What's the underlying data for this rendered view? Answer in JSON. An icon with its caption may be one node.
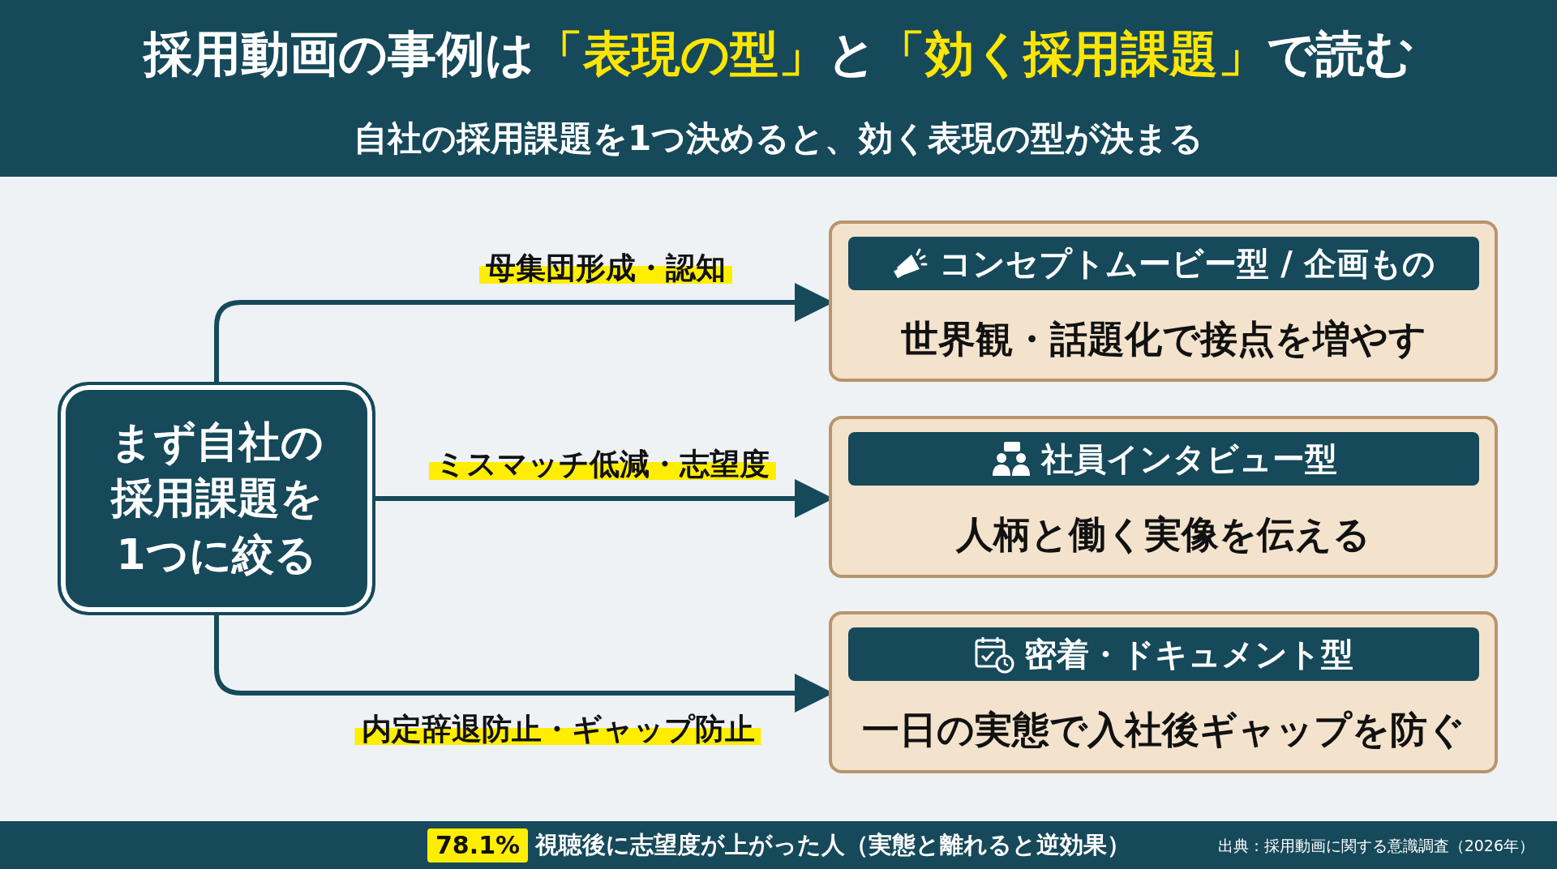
{
  "diagram": {
    "title": "採用動画の事例は**「表現の型」**と**「効く採用課題」**で読む",
    "nodes": [
      {
        "text": [
          "まず自社の採用課題を1つに絞る"
        ]
      },
      {
        "text": [
          "コンセプトムービー型 / 企画もの",
          "世界観・話題化で接点を増やす"
        ]
      },
      {
        "text": [
          "社員インタビュー型",
          "人柄と働く実像を伝える"
        ]
      },
      {
        "text": [
          "密着・ドキュメント型",
          "一日の実態で入社後ギャップを防ぐ"
        ]
      }
    ],
    "edges": [
      {
        "from": 0,
        "to": 1,
        "arrow": "to",
        "label": "母集団形成・認知"
      },
      {
        "from": 0,
        "to": 2,
        "arrow": "to",
        "label": "ミスマッチ低減・志望度"
      },
      {
        "from": 0,
        "to": 3,
        "arrow": "to",
        "label": "内定辞退防止・ギャップ防止"
      }
    ],
    "labels": [
      "自社の採用課題を1つ決めると、効く表現の型が決まる",
      "78.1%",
      "視聴後に志望度が上がった人（実態と離れると逆効果）",
      "出典：採用動画に関する意識調査（2026年）"
    ]
  }
}
